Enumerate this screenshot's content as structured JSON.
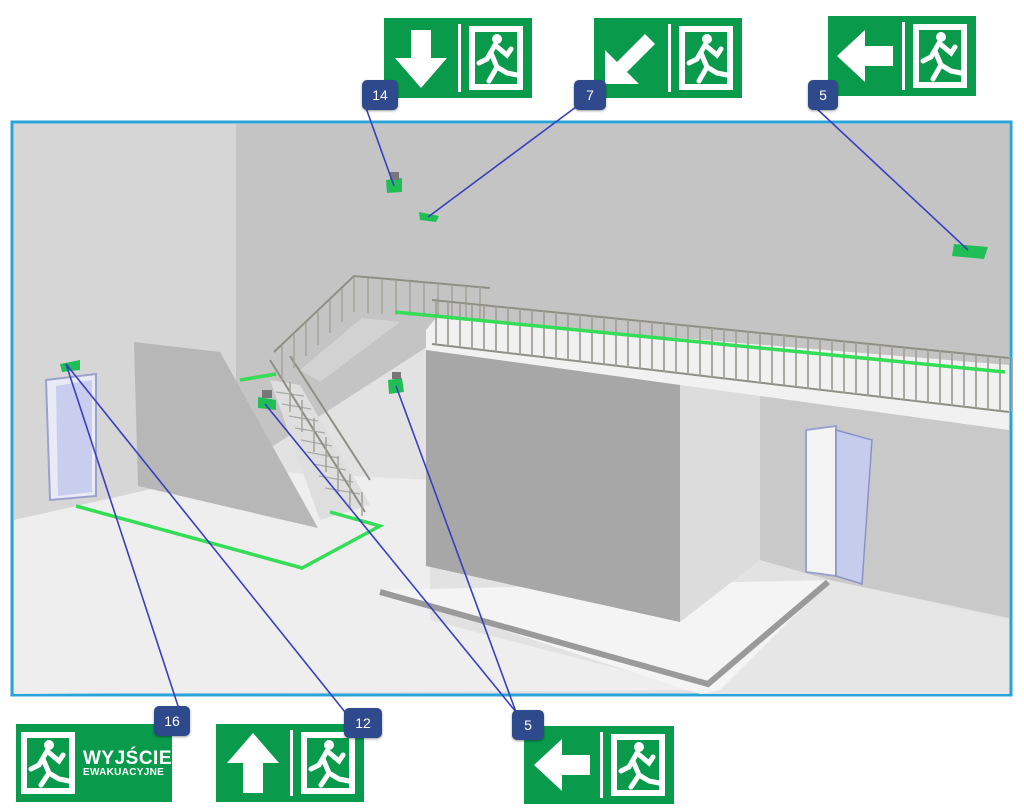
{
  "signs_top": [
    {
      "arrow": "arrow-down-icon",
      "callout": "14"
    },
    {
      "arrow": "arrow-down-left-icon",
      "callout": "7"
    },
    {
      "arrow": "arrow-left-icon",
      "callout": "5"
    }
  ],
  "signs_bottom": [
    {
      "text_line1": "WYJŚCIE",
      "text_line2": "EWAKUACYJNE",
      "callout": "16"
    },
    {
      "arrow": "arrow-up-icon",
      "callout": "12"
    },
    {
      "arrow": "arrow-left-icon",
      "callout": "5"
    }
  ],
  "colors": {
    "sign_green": "#0a9a4c",
    "badge_blue": "#2f4a8c",
    "frame_blue": "#2aa3d8",
    "leader_line": "#3a3fc0",
    "floor_marking": "#33dd55"
  }
}
